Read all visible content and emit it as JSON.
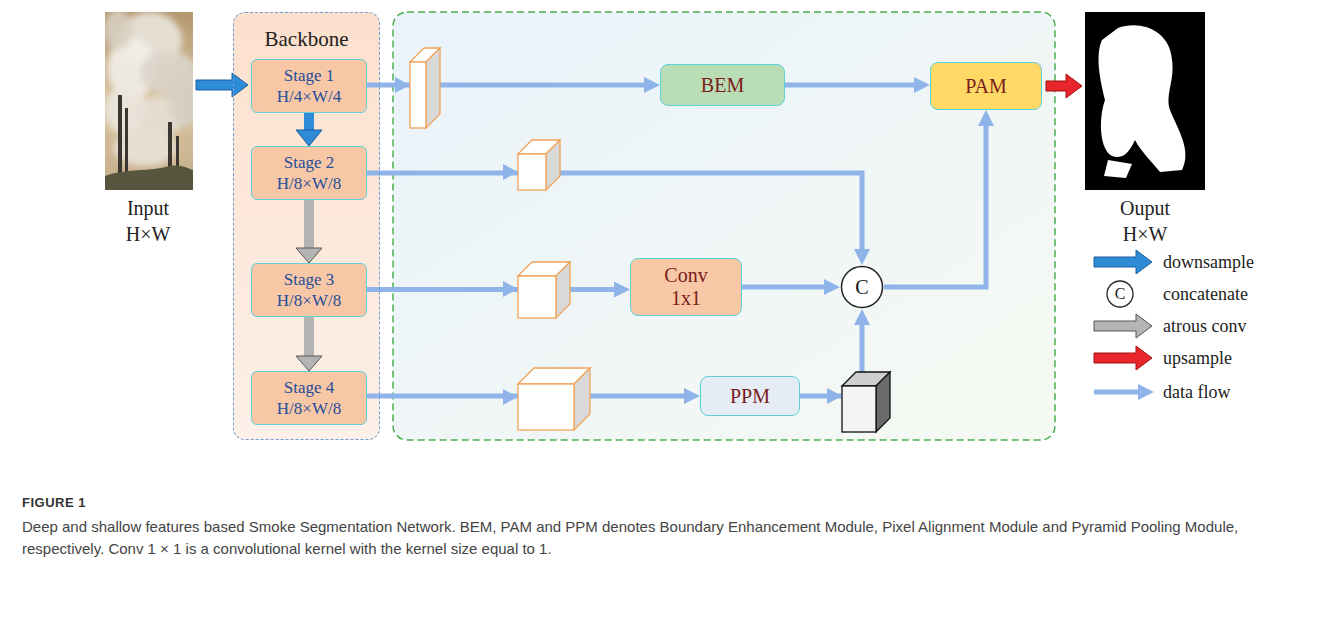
{
  "diagram": {
    "title": "FIGURE 1",
    "caption": "Deep and shallow features based Smoke Segmentation Network. BEM, PAM and PPM denotes Boundary Enhancement Module, Pixel Alignment Module and Pyramid Pooling Module, respectively. Conv 1 × 1 is a convolutional kernel with the kernel size equal to 1.",
    "nodes": [
      {
        "text": [
          "Backbone"
        ]
      },
      {
        "text": [
          "Stage 1",
          "H/4×W/4"
        ],
        "in": 0
      },
      {
        "text": [
          "Stage 2",
          "H/8×W/8"
        ],
        "in": 0
      },
      {
        "text": [
          "Stage 3",
          "H/8×W/8"
        ],
        "in": 0
      },
      {
        "text": [
          "Stage 4",
          "H/8×W/8"
        ],
        "in": 0
      },
      {
        "text": [
          "BEM"
        ]
      },
      {
        "text": [
          "PAM"
        ]
      },
      {
        "text": [
          "Conv 1x1"
        ]
      },
      {
        "text": [
          "C"
        ]
      },
      {
        "text": [
          "PPM"
        ]
      }
    ],
    "edges": [
      {
        "from": 1,
        "to": 2,
        "arrow": "to"
      },
      {
        "from": 2,
        "to": 3,
        "arrow": "to"
      },
      {
        "from": 3,
        "to": 4,
        "arrow": "to"
      },
      {
        "from": 1,
        "to": 5,
        "arrow": "to"
      },
      {
        "from": 5,
        "to": 6,
        "arrow": "to"
      },
      {
        "from": 2,
        "to": 8,
        "arrow": "to"
      },
      {
        "from": 3,
        "to": 7,
        "arrow": "to"
      },
      {
        "from": 7,
        "to": 8,
        "arrow": "to"
      },
      {
        "from": 4,
        "to": 9,
        "arrow": "to"
      },
      {
        "from": 9,
        "to": 8,
        "arrow": "to"
      },
      {
        "from": 8,
        "to": 6,
        "arrow": "to"
      }
    ],
    "labels": [
      "Input",
      "H×W",
      "Ouput",
      "H×W",
      "C"
    ],
    "legend": [
      {
        "text": "downsample"
      },
      {
        "text": "concatenate"
      },
      {
        "text": "atrous conv"
      },
      {
        "text": "upsample"
      },
      {
        "text": "data flow"
      }
    ]
  }
}
